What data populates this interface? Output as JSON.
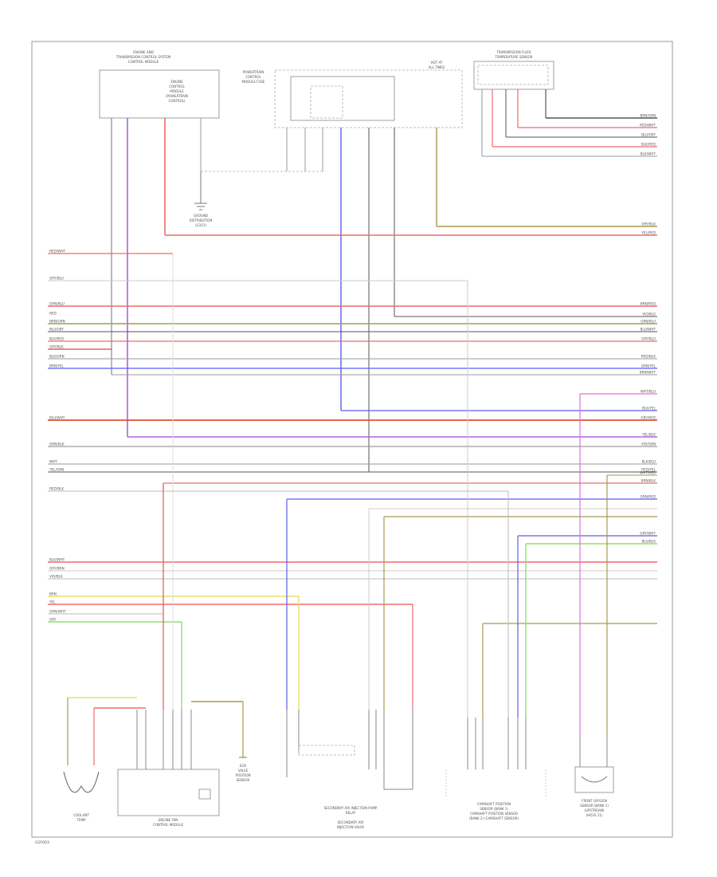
{
  "page_code": "G2F003",
  "components": {
    "ecu": {
      "lines": [
        "ENGINE AND",
        "TRANSMISSION CONTROL SYSTEM",
        "CONTROL MODULE"
      ],
      "inner_lines": [
        "ENGINE",
        "CONTROL",
        "MODULE",
        "(POWERTRAIN",
        "CONTROL)"
      ]
    },
    "fuse_box": {
      "lines": [
        "HOT AT",
        "ALL TIMES"
      ]
    },
    "fuse_label": {
      "lines": [
        "POWERTRAIN",
        "CONTROL",
        "MODULE FUSE"
      ]
    },
    "ground": {
      "lines": [
        "GROUND",
        "DISTRIBUTION",
        "(G101)"
      ]
    },
    "sensor_top": {
      "lines": [
        "TRANSMISSION FLUID",
        "TEMPERATURE SENSOR"
      ]
    },
    "coolant": {
      "lines": [
        "COOLANT",
        "TEMP"
      ]
    },
    "control_unit": {
      "lines": [
        "ENGINE FAN",
        "CONTROL MODULE"
      ]
    },
    "small_unit": {
      "lines": [
        "EGR",
        "VALVE",
        "POSITION",
        "SENSOR"
      ]
    },
    "sensor_pack": {
      "lines": [
        "SECONDARY AIR INJECTION PUMP",
        "RELAY",
        "SECONDARY AIR",
        "INJECTION VALVE"
      ]
    },
    "multi_sensor": {
      "lines": [
        "CAMSHAFT POSITION",
        "SENSOR (BANK 1)",
        "CAMSHAFT POSITION SENSOR",
        "(BANK 2) (CAMSHAFT SENSOR)"
      ]
    },
    "right_sensor": {
      "lines": [
        "FRONT OXYGEN",
        "SENSOR (BANK 1)",
        "(UPSTREAM)",
        "(HO2S 11)"
      ]
    }
  },
  "wire_labels": {
    "left": [
      "RED/WHT",
      "GRY/BLU",
      "GRN/BLU",
      "BRN/GRN",
      "BLU/GRY",
      "BLK/RED",
      "GRY/BLK",
      "BLK/GRN",
      "BRN/YEL",
      "BLU/WHT",
      "GRN/BLK",
      "WHT",
      "YEL/GRN",
      "RED/BLK",
      "BLK/WHT",
      "GRY/BRN",
      "VIO/BLK",
      "BRN",
      "YEL",
      "GRN/WHT",
      "GRY",
      "RED"
    ],
    "right": [
      "BRN/GRN",
      "RED/WHT",
      "BLU/GRY",
      "BLK/RED",
      "BLK/WHT",
      "GRY/BLK",
      "YEL/RED",
      "BRN/RED",
      "VIO/BLK",
      "GRN/BLU",
      "BLU/WHT",
      "GRY/BLU",
      "RED/BLK",
      "GRN/YEL",
      "BRN/WHT",
      "WHT/BLU",
      "BLK/YEL",
      "GRY/RED",
      "YEL/BLK",
      "VIO/GRN",
      "BLK/BLU",
      "RED/YEL",
      "WHT/RED",
      "BRN/BLK",
      "GRN/RED",
      "GRY/WHT",
      "BLU/BLK"
    ]
  },
  "colors": {
    "red": "#f06a6a",
    "purple": "#b060e0",
    "blue": "#5c5cf0",
    "olive": "#a89a50",
    "yellow": "#e6e070",
    "green": "#8ee070",
    "magenta": "#e070e0",
    "gray": "#9a9a9a",
    "dark": "#555555"
  }
}
